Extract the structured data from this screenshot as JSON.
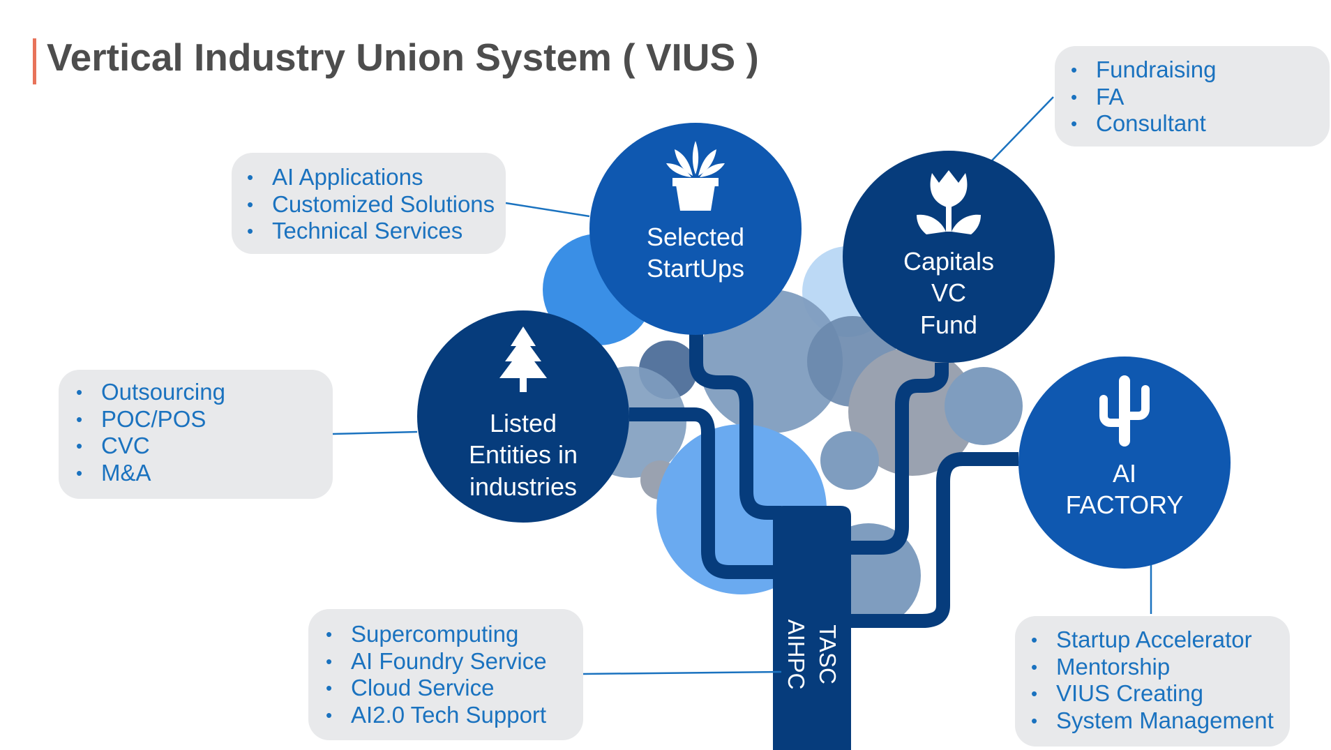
{
  "title": "Vertical Industry Union System ( VIUS )",
  "colors": {
    "dark_navy": "#063c7c",
    "mid_blue": "#0f58b0",
    "bright_blue": "#3a8fe6",
    "light_blue": "#bcd9f5",
    "grey_blue": "#7f9dbf",
    "grey": "#9aa2b0",
    "accent": "#e8735a",
    "card_bg": "#e8e9eb",
    "card_text": "#1a72bf"
  },
  "trunk": {
    "label_lines": [
      "TASC",
      "AIHPC"
    ]
  },
  "nodes": {
    "startups": {
      "lines": [
        "Selected",
        "StartUps"
      ],
      "icon": "potted-plant-icon"
    },
    "capitals": {
      "lines": [
        "Capitals",
        "VC",
        "Fund"
      ],
      "icon": "tulip-icon"
    },
    "listed": {
      "lines": [
        "Listed",
        "Entities in",
        "industries"
      ],
      "icon": "pine-tree-icon"
    },
    "factory": {
      "lines": [
        "AI",
        "FACTORY"
      ],
      "icon": "cactus-icon"
    }
  },
  "cards": {
    "startups": {
      "items": [
        "AI Applications",
        "Customized Solutions",
        "Technical Services"
      ]
    },
    "capitals": {
      "items": [
        "Fundraising",
        "FA",
        "Consultant"
      ]
    },
    "listed": {
      "items": [
        "Outsourcing",
        "POC/POS",
        "CVC",
        "M&A"
      ]
    },
    "aihpc": {
      "items": [
        "Supercomputing",
        "AI Foundry Service",
        "Cloud Service",
        "AI2.0 Tech Support"
      ]
    },
    "factory": {
      "items": [
        "Startup Accelerator",
        "Mentorship",
        "VIUS Creating",
        "System Management"
      ]
    }
  }
}
